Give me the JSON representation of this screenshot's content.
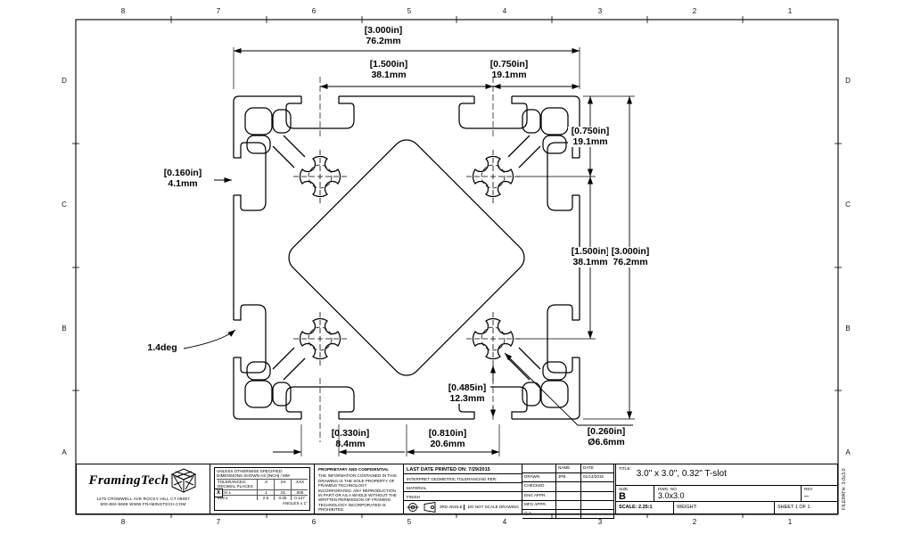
{
  "zones": {
    "cols": [
      "8",
      "7",
      "6",
      "5",
      "4",
      "3",
      "2",
      "1"
    ],
    "rows": [
      "D",
      "C",
      "B",
      "A"
    ]
  },
  "dims": {
    "top_3000": {
      "inch": "[3.000in]",
      "mm": "76.2mm"
    },
    "top_1500": {
      "inch": "[1.500in]",
      "mm": "38.1mm"
    },
    "top_0750": {
      "inch": "[0.750in]",
      "mm": "19.1mm"
    },
    "right_0750": {
      "inch": "[0.750in]",
      "mm": "19.1mm"
    },
    "right_1500": {
      "inch": "[1.500in]",
      "mm": "38.1mm"
    },
    "right_3000": {
      "inch": "[3.000in]",
      "mm": "76.2mm"
    },
    "wall_0160": {
      "inch": "[0.160in]",
      "mm": "4.1mm"
    },
    "angle": "1.4deg",
    "bottom_0330": {
      "inch": "[0.330in]",
      "mm": "8.4mm"
    },
    "bottom_0810": {
      "inch": "[0.810in]",
      "mm": "20.6mm"
    },
    "depth_0485": {
      "inch": "[0.485in]",
      "mm": "12.3mm"
    },
    "hole_0260": {
      "inch": "[0.260in]",
      "mm": "Ø6.6mm"
    }
  },
  "title_block": {
    "company": "FramingTech",
    "address_line1": "1275 CROMWELL AVE   ROCKY HILL   CT 06067",
    "address_line2": "800-882-5688   WWW.FRAMINGTECH.COM",
    "tolerance_box": {
      "note": "UNLESS OTHERWISE SPECIFIED: DIMENSIONS SHOWN AS [INCH] / MM",
      "header": {
        "label": "TOLERANCES: DECIMAL PLACES",
        "c1": ".X",
        "c2": ".XX",
        "c3": ".XXX"
      },
      "rows": [
        {
          "label": "INCH  ±",
          "v1": ".1",
          "v2": ".01",
          "v3": ".005"
        },
        {
          "label": "MM  ±",
          "v1": "2.5",
          "v2": "0.25",
          "v3": "0.127"
        }
      ],
      "angles": "ANGLES ± 1°",
      "checkbox_mark": "X"
    },
    "proprietary": {
      "heading": "PROPRIETARY AND CONFIDENTIAL",
      "body": "THE INFORMATION CONTAINED IN THIS DRAWING IS THE SOLE PROPERTY OF FRAMING TECHNOLOGY INCORPORATED.  ANY REPRODUCTION IN PART OR AS A WHOLE WITHOUT THE WRITTEN PERMISSION OF FRAMING TECHNOLOGY INCORPORATED IS PROHIBITED."
    },
    "print_note": "LAST DATE PRINTED ON: 7/29/2015",
    "interpret": "INTERPRET GEOMETRIC TOLERANCING PER:",
    "material_label": "MATERIAL",
    "finish_label": "FINISH",
    "projection_label": "3RD ANGLE",
    "do_not_scale": "DO NOT SCALE DRAWING",
    "approvals": {
      "name_header": "NAME",
      "date_header": "DATE",
      "rows": [
        {
          "label": "DRAWN",
          "name": "JPB",
          "date": "01/14/2015"
        },
        {
          "label": "CHECKED",
          "name": "",
          "date": ""
        },
        {
          "label": "ENG APPR.",
          "name": "",
          "date": ""
        },
        {
          "label": "MFG APPR.",
          "name": "",
          "date": ""
        },
        {
          "label": "Q.A.",
          "name": "",
          "date": ""
        }
      ]
    },
    "title_label": "TITLE:",
    "title": "3.0\" x 3.0\", 0.32\" T-slot",
    "size_label": "SIZE",
    "size": "B",
    "dwg_label": "DWG. NO.",
    "dwg_no": "3.0x3.0",
    "rev_label": "REV",
    "rev": "–",
    "scale": "SCALE: 2.25:1",
    "weight_label": "WEIGHT:",
    "sheet": "SHEET 1 OF 1",
    "filepath": "FILEPATH: 3.0x3.0"
  }
}
